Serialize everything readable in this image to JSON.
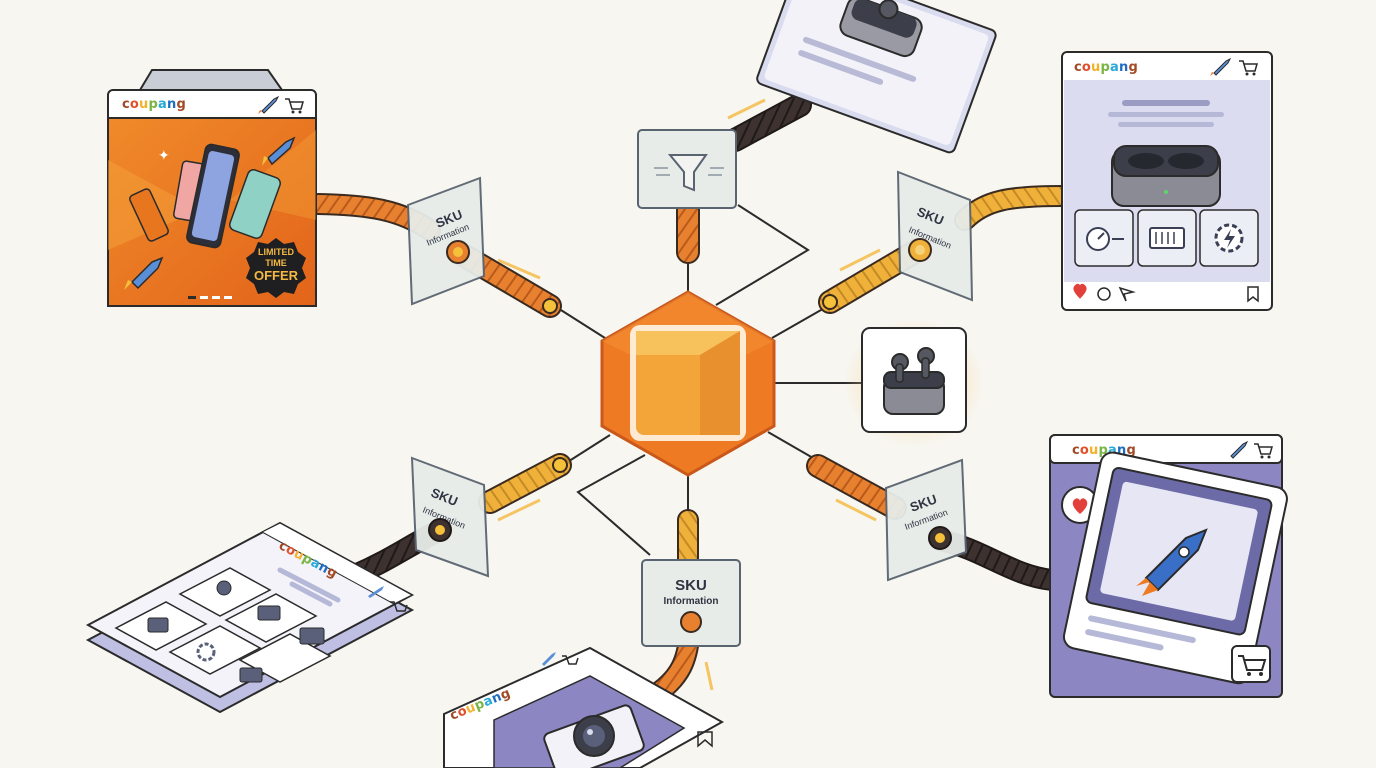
{
  "brand": {
    "name": "coupang"
  },
  "sku_panels": {
    "left_top": {
      "title": "SKU",
      "sub": "Information"
    },
    "right_top": {
      "title": "SKU",
      "sub": "Information"
    },
    "left_bottom": {
      "title": "SKU",
      "sub": "Information"
    },
    "right_bottom": {
      "title": "SKU",
      "sub": "Information"
    },
    "bottom": {
      "title": "SKU",
      "sub": "Information"
    }
  },
  "promo_badge": {
    "line1": "LIMITED",
    "line2": "TIME",
    "line3": "OFFER"
  },
  "colors": {
    "hub": "#ee7a24",
    "hub_dark": "#d9621a",
    "cube": "#f3a53a",
    "cable_orange": "#e8812f",
    "cable_yellow": "#f0b13a",
    "cable_dark": "#3a2f2a",
    "card_purple": "#8c86c2",
    "card_light": "#dcdcf0",
    "promo_orange": "#e8761f"
  },
  "icons": [
    "rocket-icon",
    "cart-icon",
    "heart-icon",
    "comment-icon",
    "share-icon",
    "bookmark-icon",
    "filter-funnel-icon",
    "gear-icon",
    "chip-icon",
    "earbuds-icon",
    "camera-icon"
  ]
}
